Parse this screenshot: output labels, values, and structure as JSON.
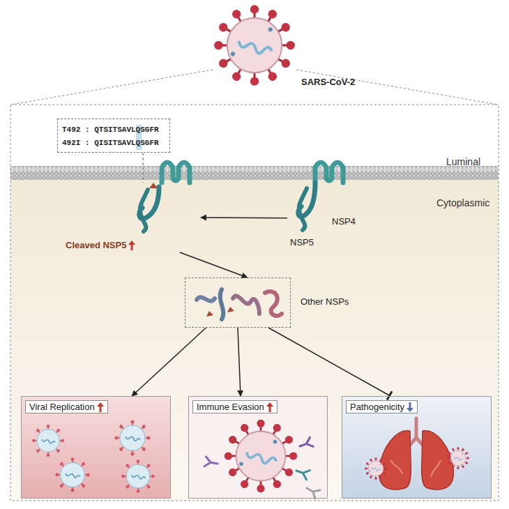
{
  "diagram": {
    "nodes": [
      {
        "text": [
          "T492 : QTSITSAVLQSGFR",
          "492I : QISITSAVLQSGFR"
        ]
      },
      {
        "text": [
          "Cleaved NSP5"
        ]
      },
      {
        "text": [
          "NSP4",
          "NSP5"
        ]
      },
      {
        "text": [
          "Other NSPs"
        ]
      },
      {
        "text": [
          "Viral Replication"
        ]
      },
      {
        "text": [
          "Immune Evasion"
        ]
      },
      {
        "text": [
          "Pathogenicity"
        ]
      }
    ],
    "edges": [
      {
        "from": 0,
        "to": 1,
        "arrow": "none"
      },
      {
        "from": 2,
        "to": 1,
        "arrow": "to"
      },
      {
        "from": 1,
        "to": 3,
        "arrow": "to"
      },
      {
        "from": 3,
        "to": 4,
        "arrow": "to"
      },
      {
        "from": 3,
        "to": 5,
        "arrow": "to"
      },
      {
        "from": 3,
        "to": 6,
        "arrow": "to"
      }
    ],
    "labels": [
      "SARS-CoV-2",
      "Luminal",
      "Cytoplasmic"
    ]
  }
}
